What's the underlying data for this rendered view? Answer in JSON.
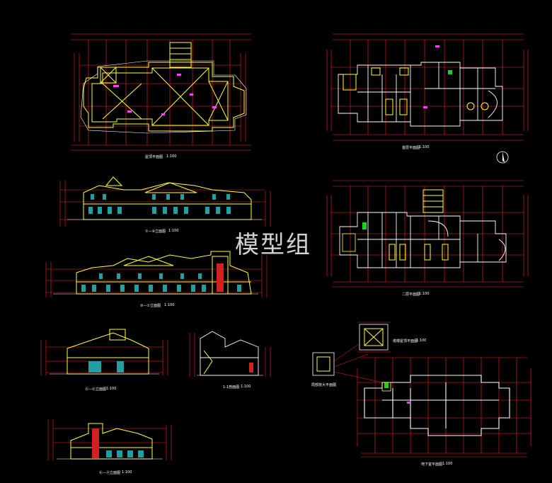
{
  "watermark": "模型组",
  "drawing_labels": {
    "roof_plan": "屋顶平面图",
    "roof_plan_scale": "1:100",
    "first_floor_plan": "首层平面图",
    "first_floor_plan_scale": "1:100",
    "second_floor_plan": "二层平面图",
    "second_floor_plan_scale": "1:100",
    "front_elevation": "①—⑩立面图",
    "front_elevation_scale": "1:100",
    "rear_elevation": "⑩—①立面图",
    "rear_elevation_scale": "1:100",
    "side_elevation_a": "Ⓐ—Ⓚ立面图",
    "side_elevation_a_scale": "1:100",
    "section": "1-1剖面图",
    "section_scale": "1:100",
    "side_elevation_b": "Ⓚ—Ⓐ立面图",
    "side_elevation_b_scale": "1:100",
    "tower_plan": "塔楼屋顶平面图",
    "tower_plan_scale": "1:100",
    "detail_plan": "局部放大平面图",
    "basement_plan": "地下室平面图",
    "basement_plan_scale": "1:100"
  },
  "colors": {
    "background": "#000000",
    "grid": "#ff2020",
    "outline": "#ffffff",
    "roof": "#ffff33",
    "accent_cyan": "#00c8c8",
    "accent_green": "#20d020",
    "accent_magenta": "#ff40ff"
  }
}
